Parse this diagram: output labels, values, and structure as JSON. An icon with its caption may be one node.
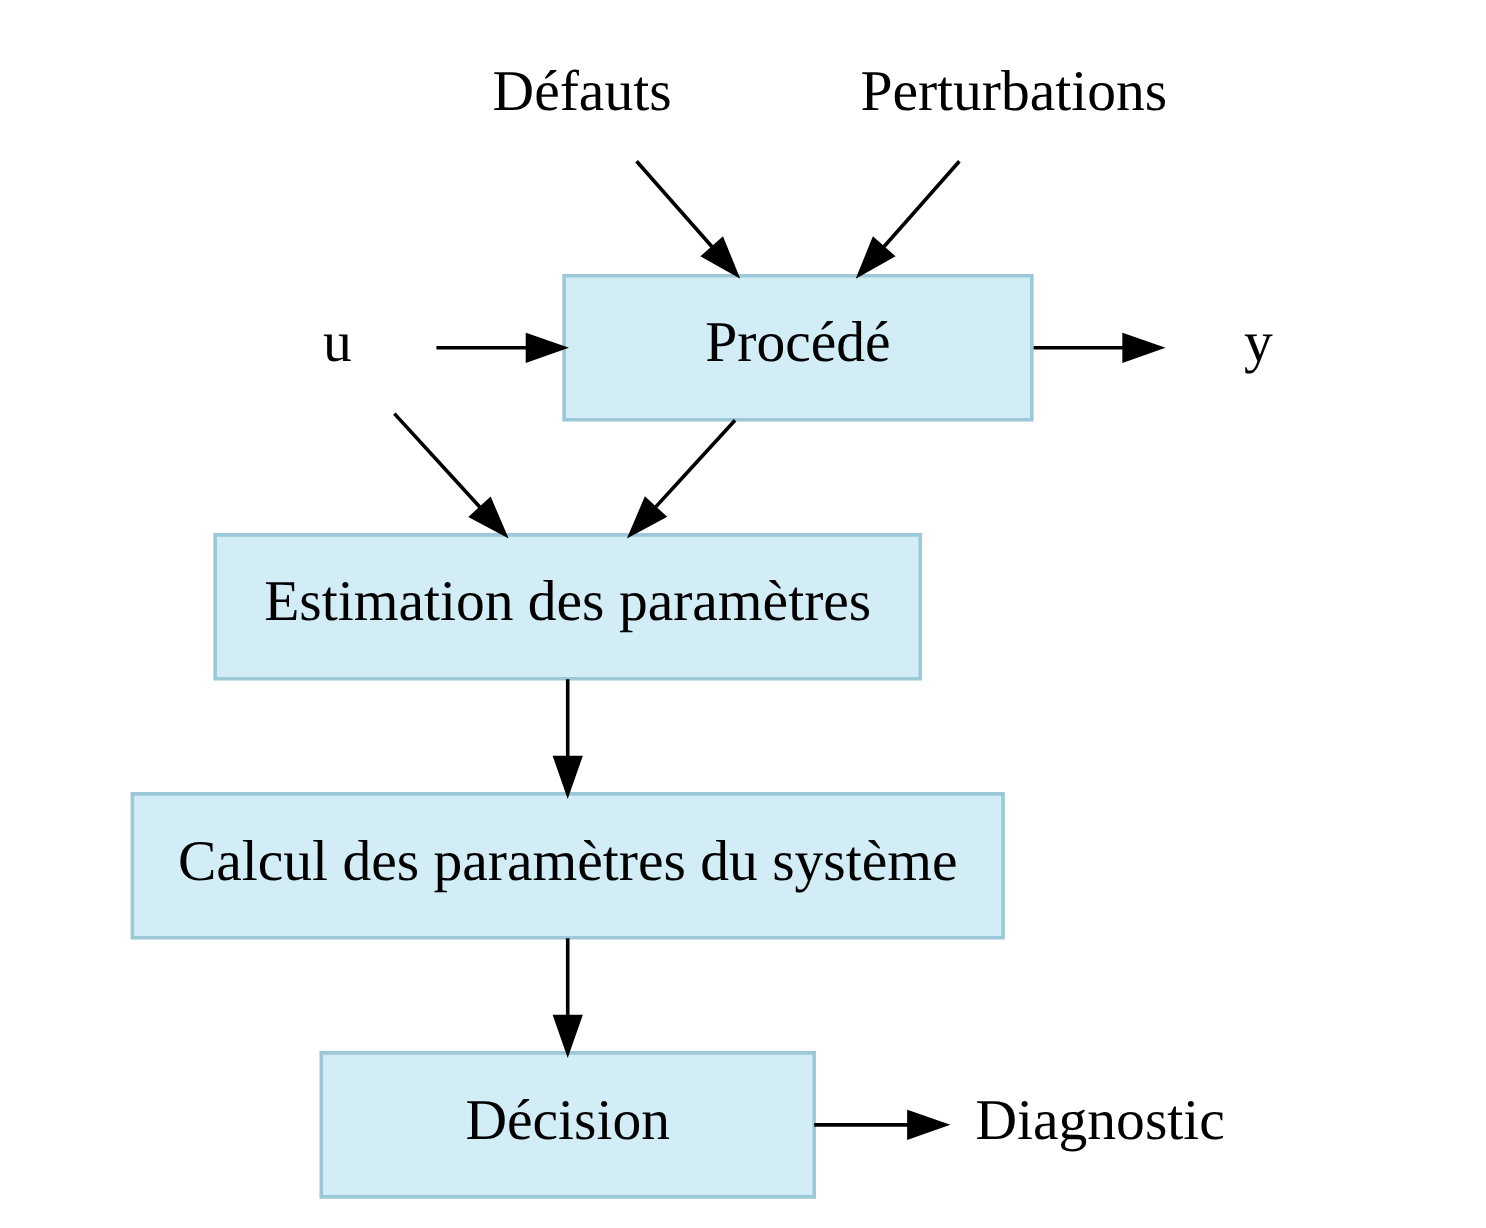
{
  "diagram": {
    "nodes": [
      {
        "text": [
          "Défauts"
        ]
      },
      {
        "text": [
          "Perturbations"
        ]
      },
      {
        "text": [
          "u"
        ]
      },
      {
        "text": [
          "Procédé"
        ]
      },
      {
        "text": [
          "y"
        ]
      },
      {
        "text": [
          "Estimation des paramètres"
        ]
      },
      {
        "text": [
          "Calcul des paramètres du système"
        ]
      },
      {
        "text": [
          "Décision"
        ]
      },
      {
        "text": [
          "Diagnostic"
        ]
      }
    ],
    "edges": [
      {
        "from": 0,
        "to": 3,
        "arrow": "to"
      },
      {
        "from": 1,
        "to": 3,
        "arrow": "to"
      },
      {
        "from": 2,
        "to": 3,
        "arrow": "to"
      },
      {
        "from": 2,
        "to": 5,
        "arrow": "to"
      },
      {
        "from": 3,
        "to": 4,
        "arrow": "to"
      },
      {
        "from": 3,
        "to": 5,
        "arrow": "to"
      },
      {
        "from": 5,
        "to": 6,
        "arrow": "to"
      },
      {
        "from": 6,
        "to": 7,
        "arrow": "to"
      },
      {
        "from": 7,
        "to": 8,
        "arrow": "to"
      }
    ]
  }
}
